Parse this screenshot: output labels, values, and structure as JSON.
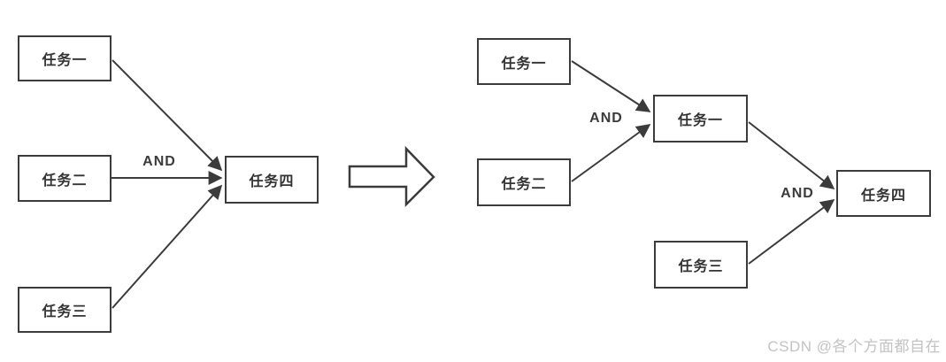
{
  "left_diagram": {
    "task1": "任务一",
    "task2": "任务二",
    "task3": "任务三",
    "task4": "任务四",
    "gate_label": "AND"
  },
  "right_diagram": {
    "task1": "任务一",
    "task2": "任务二",
    "merged_task": "任务一",
    "task3": "任务三",
    "task4": "任务四",
    "gate_label_1": "AND",
    "gate_label_2": "AND"
  },
  "watermark": "CSDN @各个方面都自在",
  "colors": {
    "border": "#3b3b3b",
    "text": "#333333",
    "watermark": "#c3c3c3",
    "background": "#ffffff"
  }
}
